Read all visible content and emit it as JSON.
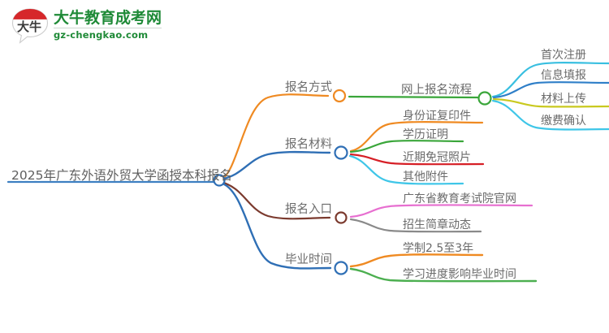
{
  "logo": {
    "mark_text": "大牛",
    "brand_cn": "大牛教育成考网",
    "brand_url": "gz-chengkao.com",
    "brand_color": "#1f8a37",
    "mark_red": "#d6272a"
  },
  "mindmap": {
    "root": {
      "label": "2025年广东外语外贸大学函授本科报名",
      "underline_color": "#3d7fc1",
      "node_color": "#2f6fb5"
    },
    "branches": [
      {
        "label": "报名方式",
        "node_color": "#ef8a22",
        "link_color": "#ef8a22",
        "children": [
          {
            "label": "网上报名流程",
            "node_color": "#3aa63a",
            "link_color": "#3aa63a",
            "children": [
              {
                "label": "首次注册",
                "link_color": "#39bfe0"
              },
              {
                "label": "信息填报",
                "link_color": "#2f7fc8"
              },
              {
                "label": "材料上传",
                "link_color": "#c9c91f"
              },
              {
                "label": "缴费确认",
                "link_color": "#3fc6e8"
              }
            ]
          }
        ]
      },
      {
        "label": "报名材料",
        "node_color": "#2f6fb5",
        "link_color": "#2f6fb5",
        "children": [
          {
            "label": "身份证复印件",
            "link_color": "#ef8a22"
          },
          {
            "label": "学历证明",
            "link_color": "#3aa63a"
          },
          {
            "label": "近期免冠照片",
            "link_color": "#d61f26"
          },
          {
            "label": "其他附件",
            "link_color": "#3fc6e8"
          }
        ]
      },
      {
        "label": "报名入口",
        "node_color": "#7b3a2e",
        "link_color": "#7b3a2e",
        "children": [
          {
            "label": "广东省教育考试院官网",
            "link_color": "#e76fd0"
          },
          {
            "label": "招生简章动态",
            "link_color": "#8a8a8a"
          }
        ]
      },
      {
        "label": "毕业时间",
        "node_color": "#2f6fb5",
        "link_color": "#2f6fb5",
        "children": [
          {
            "label": "学制2.5至3年",
            "link_color": "#ef8a22"
          },
          {
            "label": "学习进度影响毕业时间",
            "link_color": "#4caf50"
          }
        ]
      }
    ]
  }
}
